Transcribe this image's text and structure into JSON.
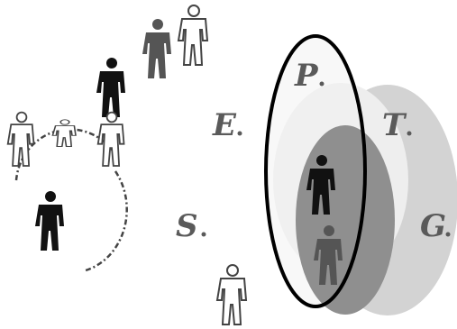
{
  "labels": {
    "e": "E",
    "s": "S",
    "p": "P",
    "t": "T",
    "g": "G"
  },
  "colors": {
    "figure_black": "#111111",
    "figure_dark_gray": "#555555",
    "figure_outline": "#444444",
    "set_g_fill": "#d3d3d3",
    "set_t_fill": "#eeeeee",
    "set_inner_fill": "#8f8f8f",
    "set_p_stroke": "#000000",
    "label_color": "#5a5a5a"
  },
  "figures": [
    {
      "style": "dark-gray"
    },
    {
      "style": "outline"
    },
    {
      "style": "black"
    },
    {
      "style": "outline"
    },
    {
      "style": "outline"
    },
    {
      "style": "outline"
    },
    {
      "style": "black"
    },
    {
      "style": "outline"
    },
    {
      "style": "black"
    },
    {
      "style": "dark-gray"
    }
  ]
}
